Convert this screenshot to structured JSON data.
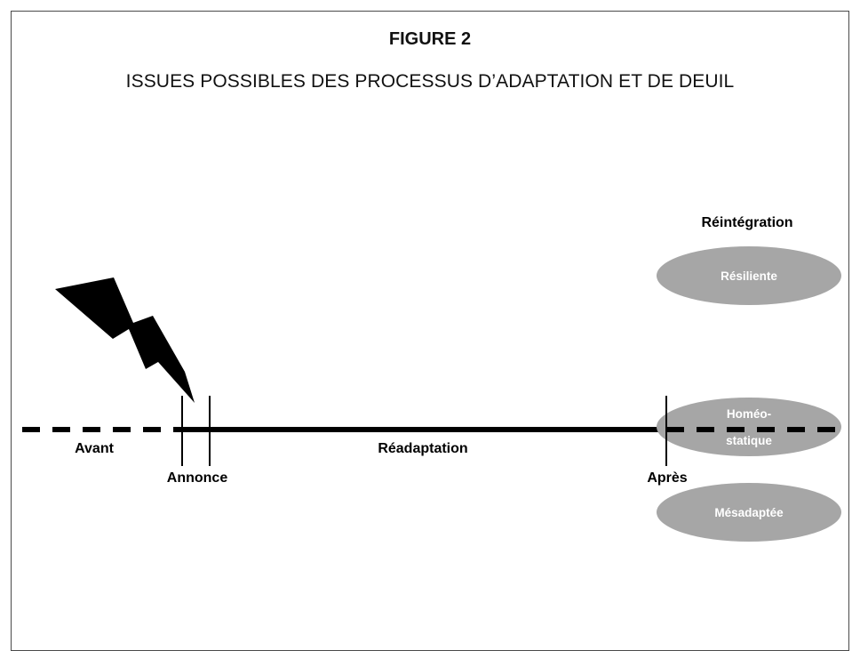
{
  "figure": {
    "label": "FIGURE 2",
    "title": "ISSUES POSSIBLES DES PROCESSUS D’ADAPTATION ET DE DEUIL"
  },
  "timeline": {
    "before": "Avant",
    "announcement": "Annonce",
    "readaptation": "Réadaptation",
    "after": "Après"
  },
  "reintegration": {
    "heading": "Réintégration",
    "outcomes": [
      {
        "line1": "Résiliente",
        "line2": ""
      },
      {
        "line1": "Homéo-",
        "line2": "statique"
      },
      {
        "line1": "Mésadaptée",
        "line2": ""
      }
    ]
  },
  "colors": {
    "oval_fill": "#a6a6a6",
    "line": "#000000"
  },
  "icons": {
    "event": "lightning-bolt-icon"
  }
}
